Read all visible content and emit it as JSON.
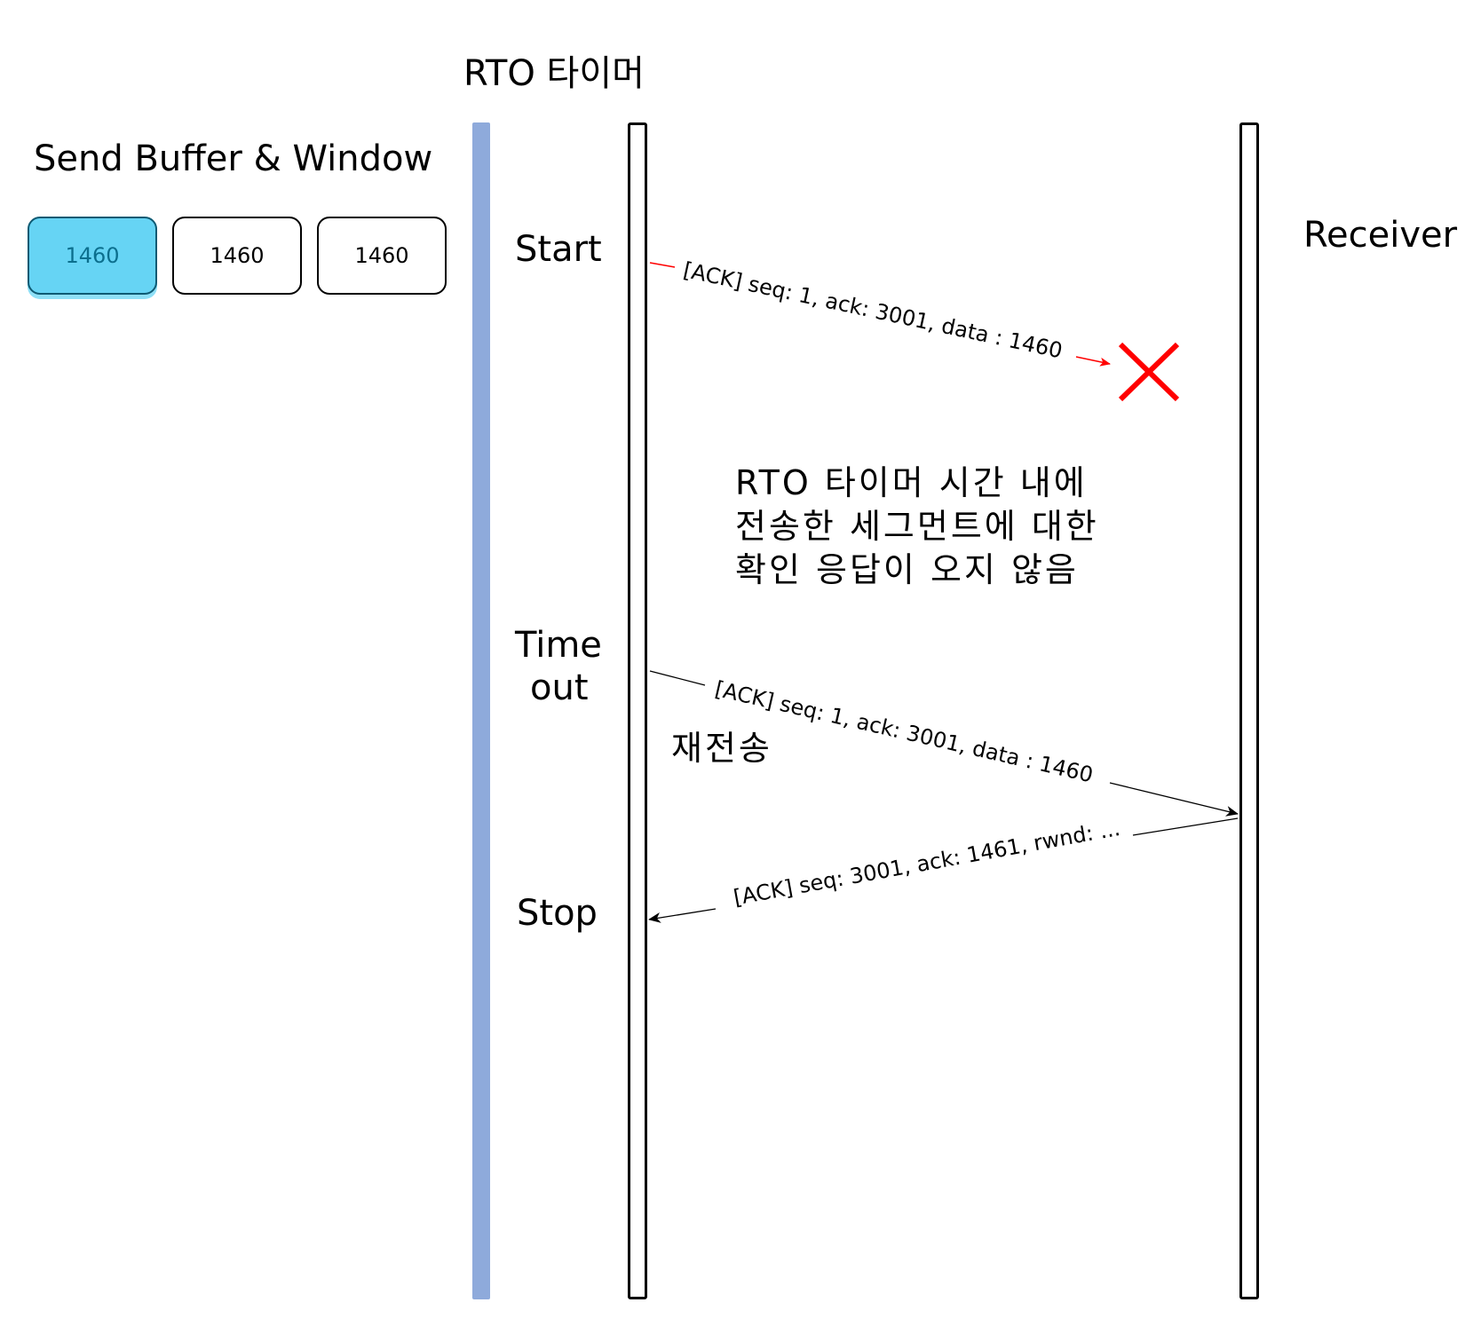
{
  "timer_label": "RTO 타이머",
  "buffer": {
    "title": "Send Buffer & Window",
    "segments": [
      "1460",
      "1460",
      "1460"
    ]
  },
  "events": {
    "start": "Start",
    "timeout_line1": "Time",
    "timeout_line2": "out",
    "stop": "Stop"
  },
  "receiver_label": "Receiver",
  "messages": {
    "first_send": "[ACK] seq: 1, ack: 3001, data : 1460",
    "retransmit": "[ACK] seq: 1, ack: 3001, data : 1460",
    "reply": "[ACK] seq: 3001, ack: 1461, rwnd: ..."
  },
  "note_lines": [
    "RTO 타이머 시간 내에",
    "전송한 세그먼트에 대한",
    "확인 응답이 오지 않음"
  ],
  "retransmit_label": "재전송",
  "colors": {
    "timer_bar": "#8eaadb",
    "active_segment": "#66d4f4",
    "lost_arrow": "#ff0000",
    "lost_mark": "#ff0000"
  }
}
